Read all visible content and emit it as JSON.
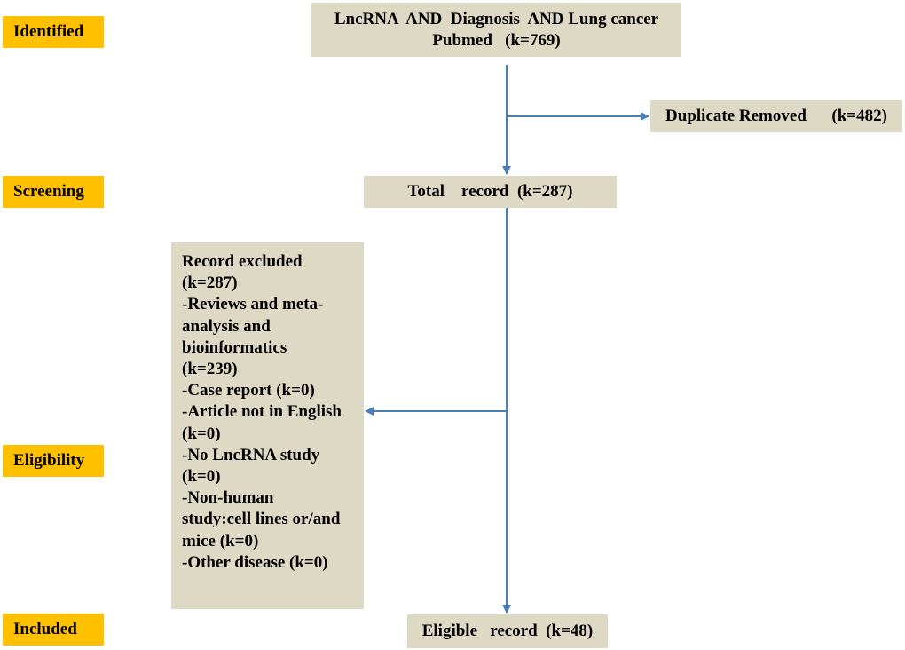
{
  "stages": {
    "identified": "Identified",
    "screening": "Screening",
    "eligibility": "Eligibility",
    "included": "Included"
  },
  "boxes": {
    "search": {
      "line1": "LncRNA  AND  Diagnosis  AND Lung cancer",
      "line2": "Pubmed   (k=769)"
    },
    "duplicate": "Duplicate Removed      (k=482)",
    "total": "Total    record  (k=287)",
    "excluded": [
      "Record excluded",
      "(k=287)",
      "-Reviews and meta-",
      "analysis and",
      "bioinformatics",
      "(k=239)",
      "-Case report (k=0)",
      "-Article not in English",
      "(k=0)",
      "-No LncRNA study",
      "(k=0)",
      "-Non-human",
      "study:cell lines or/and",
      "mice (k=0)",
      "-Other disease (k=0)"
    ],
    "eligible": "Eligible   record  (k=48)"
  },
  "colors": {
    "stage": "#ffc000",
    "box": "#ddd9c4",
    "arrow": "#4a7ebb"
  }
}
